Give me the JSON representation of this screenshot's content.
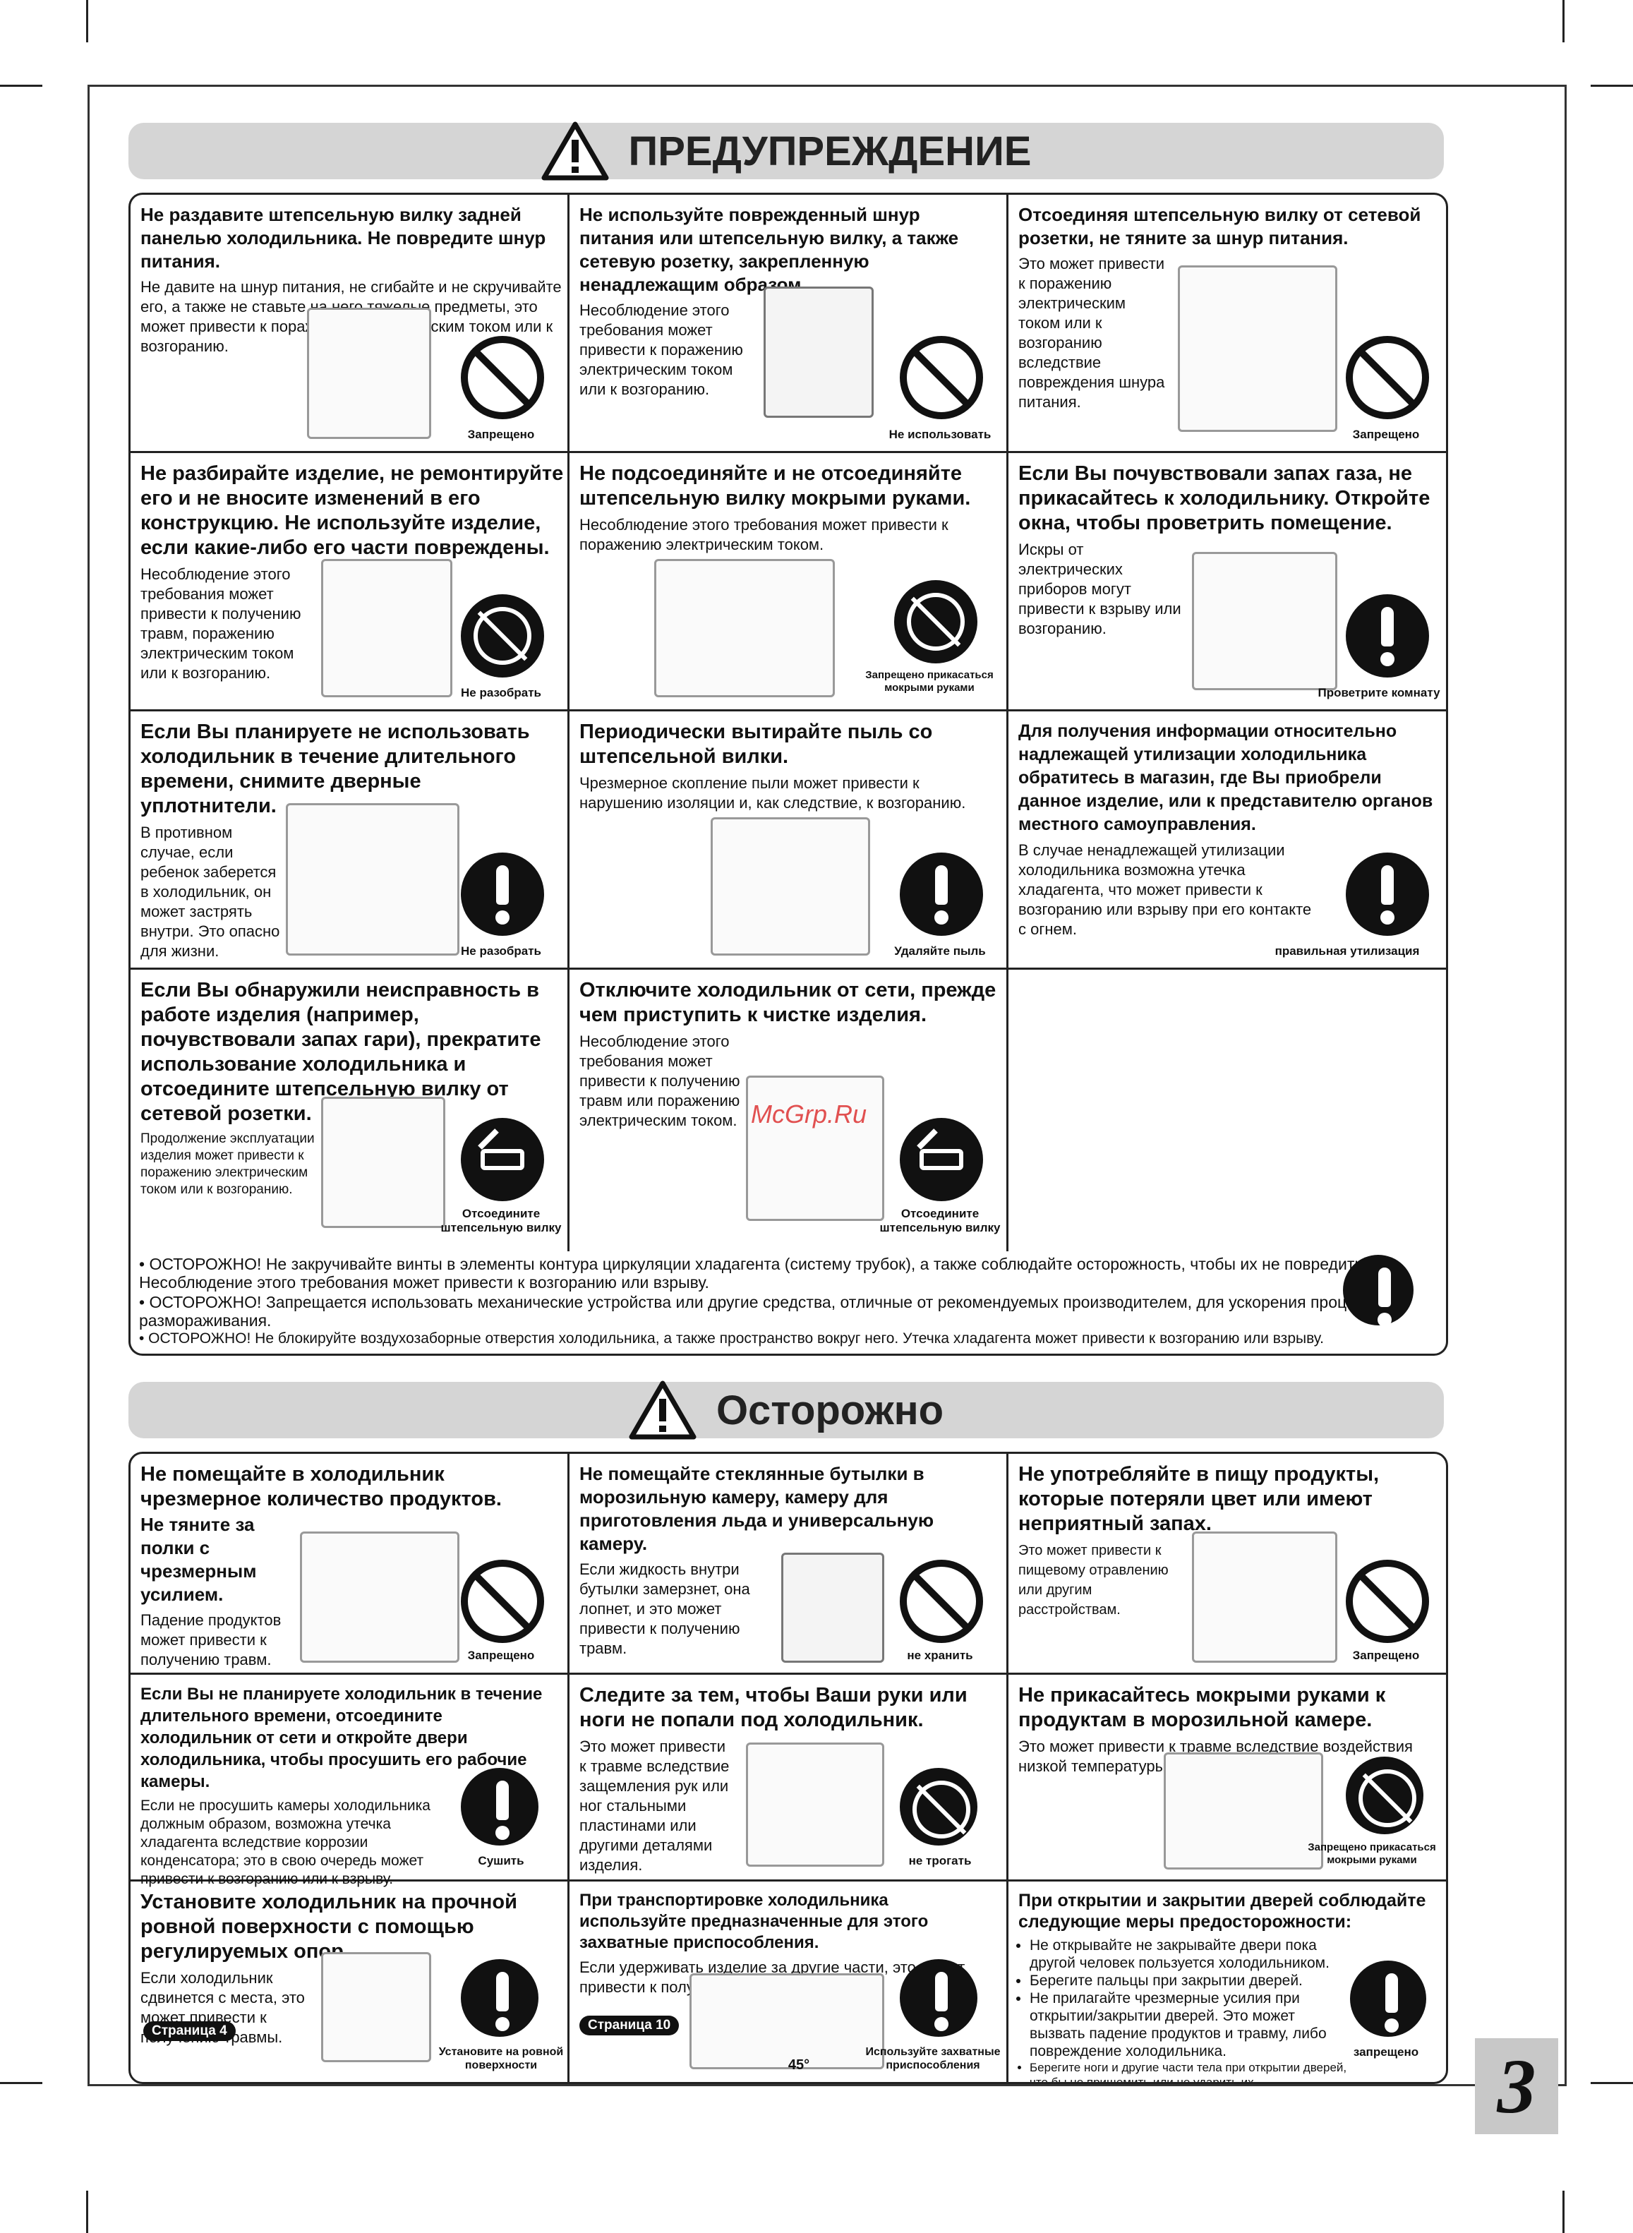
{
  "banner_warning": "ПРЕДУПРЕЖДЕНИЕ",
  "banner_caution": "Осторожно",
  "watermark": "McGrp.Ru",
  "page_number": "3",
  "warnings": [
    {
      "title": "Не раздавите штепсельную вилку задней панелью холодильника. Не повредите шнур питания.",
      "body": "Не давите на шнур питания, не сгибайте и не скручивайте его, а также не ставьте на него тяжелые предметы, это может привести к поражению электрическим током или к возгоранию.",
      "label": "Запрещено"
    },
    {
      "title": "Не используйте поврежденный шнур питания или штепсельную вилку, а также сетевую розетку, закрепленную ненадлежащим образом.",
      "body": "Несоблюдение этого требования может привести к поражению электрическим током или к возгоранию.",
      "label": "Не использовать"
    },
    {
      "title": "Отсоединяя штепсельную вилку от сетевой розетки, не тяните за шнур питания.",
      "body": "Это может привести к поражению электрическим током или к возгоранию вследствие повреждения шнура питания.",
      "label": "Запрещено"
    },
    {
      "title": "Не разбирайте изделие, не ремонтируйте его и не вносите изменений в его конструкцию. Не используйте изделие, если какие-либо его части повреждены.",
      "body": "Несоблюдение этого требования может привести к получению травм, поражению электрическим током или к возгоранию.",
      "label": "Не разобрать"
    },
    {
      "title": "Не подсоединяйте и не отсоединяйте штепсельную вилку мокрыми руками.",
      "body": "Несоблюдение этого требования может привести к поражению электрическим током.",
      "label": "Запрещено прикасаться мокрыми руками"
    },
    {
      "title": "Если Вы почувствовали запах газа, не прикасайтесь к холодильнику. Откройте окна, чтобы проветрить помещение.",
      "body": "Искры от электрических приборов могут привести к взрыву или возгоранию.",
      "label": "Проветрите комнату"
    },
    {
      "title": "Если Вы планируете не использовать холодильник в течение длительного времени, снимите дверные уплотнители.",
      "body": "В противном случае, если ребенок заберется в холодильник, он может застрять внутри. Это опасно для жизни.",
      "label": "Не разобрать"
    },
    {
      "title": "Периодически вытирайте пыль со штепсельной вилки.",
      "body": "Чрезмерное скопление пыли может привести к нарушению изоляции и, как следствие, к возгоранию.",
      "label": "Удаляйте пыль"
    },
    {
      "title": "Для получения информации относительно надлежащей утилизации холодильника обратитесь в магазин, где Вы приобрели данное изделие, или к представителю органов местного самоуправления.",
      "body": "В случае ненадлежащей утилизации холодильника возможна утечка хладагента, что может привести к возгоранию или взрыву при его контакте с огнем.",
      "label": "правильная утилизация"
    },
    {
      "title": "Если Вы обнаружили неисправность в работе изделия (например, почувствовали запах гари), прекратите использование холодильника и отсоедините штепсельную вилку от сетевой розетки.",
      "body": "Продолжение эксплуатации изделия может привести к поражению электрическим током или к возгоранию.",
      "label": "Отсоедините штепсельную вилку"
    },
    {
      "title": "Отключите холодильник от сети, прежде чем приступить к чистке изделия.",
      "body": "Несоблюдение этого требования может привести к получению травм или поражению электрическим током.",
      "label": "Отсоедините штепсельную вилку"
    }
  ],
  "notes": [
    "• ОСТОРОЖНО! Не закручивайте винты в элементы контура циркуляции хладагента (систему трубок), а также соблюдайте осторожность, чтобы их не повредить. Несоблюдение этого требования может привести к возгоранию или взрыву.",
    "• ОСТОРОЖНО! Запрещается использовать механические устройства или другие средства, отличные от рекомендуемых производителем, для ускорения процесса размораживания.",
    "• ОСТОРОЖНО! Не блокируйте воздухозаборные отверстия холодильника, а также пространство вокруг него. Утечка хладагента может привести к возгоранию или взрыву."
  ],
  "cautions": [
    {
      "title": "Не помещайте в холодильник чрезмерное количество продуктов.",
      "subtitle": "Не тяните за полки с чрезмерным усилием.",
      "body": "Падение продуктов может привести к получению травм.",
      "label": "Запрещено"
    },
    {
      "title": "Не помещайте стеклянные бутылки в морозильную камеру, камеру для приготовления льда и универсальную камеру.",
      "body": "Если жидкость внутри бутылки замерзнет, она лопнет, и это может привести к получению травм.",
      "label": "не хранить"
    },
    {
      "title": "Не употребляйте в пищу продукты, которые потеряли цвет или имеют неприятный запах.",
      "body": "Это может привести к пищевому отравлению или другим расстройствам.",
      "label": "Запрещено"
    },
    {
      "title": "Если Вы не планируете холодильник в течение длительного времени, отсоедините холодильник от сети и откройте двери холодильника, чтобы просушить его рабочие камеры.",
      "body": "Если не просушить камеры холодильника должным образом, возможна утечка хладагента вследствие коррозии конденсатора; это в свою очередь может привести к возгоранию или к взрыву.",
      "label": "Сушить"
    },
    {
      "title": "Следите за тем, чтобы Ваши руки или ноги не попали под холодильник.",
      "body": "Это может привести к травме вследствие защемления рук или ног стальными пластинами или другими деталями изделия.",
      "label": "не трогать"
    },
    {
      "title": "Не прикасайтесь мокрыми руками к продуктам в морозильной камере.",
      "body": "Это может привести к травме вследствие воздействия низкой температуры.",
      "label": "Запрещено прикасаться мокрыми руками"
    },
    {
      "title": "Установите холодильник на прочной ровной поверхности с помощью регулируемых опор.",
      "body": "Если холодильник сдвинется с места, это может привести к получению травмы.",
      "label": "Установите на ровной поверхности",
      "pill": "Страница 4"
    },
    {
      "title": "При транспортировке холодильника используйте предназначенные для этого захватные приспособления.",
      "body": "Если удерживать изделие за другие части, это может привести к получению травм.",
      "label": "Используйте захватные приспособления",
      "pill": "Страница 10",
      "angle": "45°"
    },
    {
      "title": "При открытии и закрытии дверей соблюдайте следующие меры предосторожности:",
      "items": [
        "Не открывайте не закрывайте двери пока другой человек пользуется холодильником.",
        "Берегите пальцы при закрытии дверей.",
        "Не прилагайте чрезмерные усилия при открытии/закрытии дверей. Это может вызвать падение продуктов и травму, либо повреждение холодильника.",
        "Берегите ноги и другие части тела при открытии дверей, что бы не прищемить или не ударить их."
      ],
      "label": "запрещено"
    }
  ]
}
